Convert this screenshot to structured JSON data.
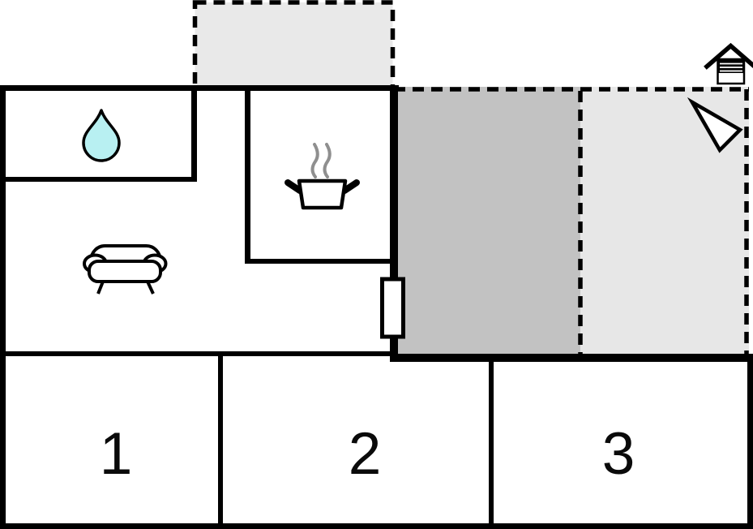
{
  "plan": {
    "type": "floor-plan",
    "rooms": [
      {
        "id": "room-1",
        "label": "1"
      },
      {
        "id": "room-2",
        "label": "2"
      },
      {
        "id": "room-3",
        "label": "3"
      }
    ],
    "icons": {
      "water_drop": "water-drop-icon",
      "cooking_pot": "cooking-pot-icon",
      "sofa": "sofa-icon",
      "north_arrow": "north-arrow-icon",
      "house": "house-icon",
      "door_window": "door-window"
    },
    "colors": {
      "wall": "#000000",
      "terrace_dark": "#c2c2c2",
      "terrace_light": "#e7e7e7",
      "patio_top": "#e9e9e9",
      "water_drop_fill": "#b8f0f2",
      "steam": "#8f8f8f",
      "room_fill": "#ffffff"
    }
  }
}
